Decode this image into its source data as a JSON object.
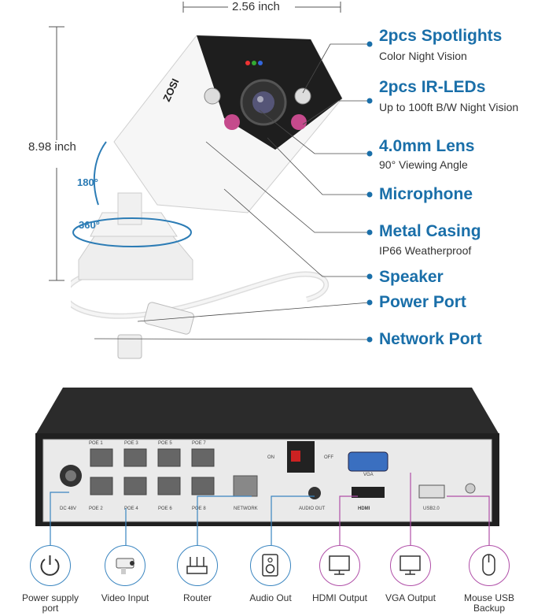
{
  "dimensions": {
    "width_label": "2.56 inch",
    "height_label": "8.98 inch",
    "tilt_label": "180°",
    "pan_label": "360°"
  },
  "camera": {
    "brand": "ZOSI"
  },
  "features": [
    {
      "title": "2pcs Spotlights",
      "subtitle": "Color Night Vision"
    },
    {
      "title": "2pcs IR-LEDs",
      "subtitle": "Up to 100ft B/W Night Vision"
    },
    {
      "title": "4.0mm Lens",
      "subtitle": "90° Viewing Angle"
    },
    {
      "title": "Microphone",
      "subtitle": ""
    },
    {
      "title": "Metal Casing",
      "subtitle": "IP66 Weatherproof"
    },
    {
      "title": "Speaker",
      "subtitle": ""
    },
    {
      "title": "Power Port",
      "subtitle": ""
    },
    {
      "title": "Network Port",
      "subtitle": ""
    }
  ],
  "nvr": {
    "poe_labels": [
      "POE 1",
      "POE 3",
      "POE 5",
      "POE 7",
      "POE 2",
      "POE 4",
      "POE 6",
      "POE 8"
    ],
    "dc_label": "DC 48V",
    "network_label": "NETWORK",
    "on_label": "ON",
    "off_label": "OFF",
    "vga_label": "VGA",
    "audio_label": "AUDIO OUT",
    "hdmi_label": "HDMI",
    "usb_label": "USB2.0"
  },
  "colors": {
    "power": "#3a85c0",
    "video": "#3a85c0",
    "router": "#3a85c0",
    "audio": "#3a85c0",
    "hdmi": "#b04fa8",
    "vga": "#b04fa8",
    "usb": "#b04fa8",
    "accent": "#1a6fa9"
  },
  "connections": [
    {
      "label_line1": "Power supply",
      "label_line2": "port",
      "icon": "power-icon"
    },
    {
      "label_line1": "Video Input",
      "label_line2": "",
      "icon": "camera-icon"
    },
    {
      "label_line1": "Router",
      "label_line2": "",
      "icon": "router-icon"
    },
    {
      "label_line1": "Audio Out",
      "label_line2": "",
      "icon": "speaker-icon"
    },
    {
      "label_line1": "HDMI Output",
      "label_line2": "",
      "icon": "monitor-icon"
    },
    {
      "label_line1": "VGA Output",
      "label_line2": "",
      "icon": "monitor-icon"
    },
    {
      "label_line1": "Mouse USB",
      "label_line2": "Backup",
      "icon": "mouse-icon"
    }
  ]
}
